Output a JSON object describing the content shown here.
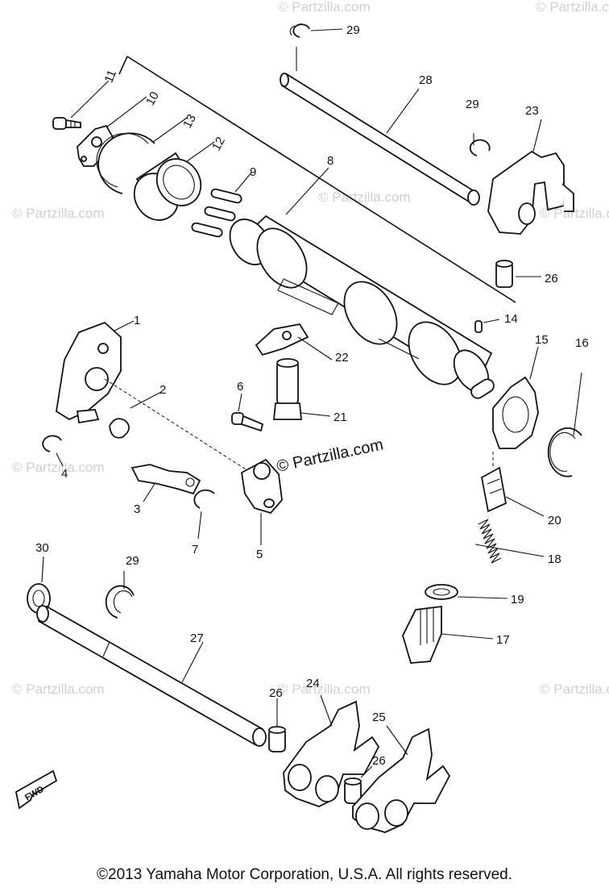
{
  "watermarks": {
    "main": "© Partzilla.com",
    "faint": "© Partzilla.com"
  },
  "fwd_label": "FWD",
  "callouts": {
    "p1": "1",
    "p2": "2",
    "p3": "3",
    "p4": "4",
    "p5": "5",
    "p6": "6",
    "p7": "7",
    "p8": "8",
    "p9": "9",
    "p10": "10",
    "p11": "11",
    "p12": "12",
    "p13": "13",
    "p14": "14",
    "p15": "15",
    "p16": "16",
    "p17": "17",
    "p18": "18",
    "p19": "19",
    "p20": "20",
    "p21": "21",
    "p22": "22",
    "p23": "23",
    "p24": "24",
    "p25": "25",
    "p26a": "26",
    "p26b": "26",
    "p26c": "26",
    "p27": "27",
    "p28": "28",
    "p29a": "29",
    "p29b": "29",
    "p29c": "29",
    "p30": "30"
  },
  "footer": {
    "copyright": "©2013  Yamaha Motor Corporation, U.S.A. All rights reserved."
  },
  "colors": {
    "ink": "#111111",
    "watermark": "#cfcfcf",
    "background": "#ffffff"
  }
}
